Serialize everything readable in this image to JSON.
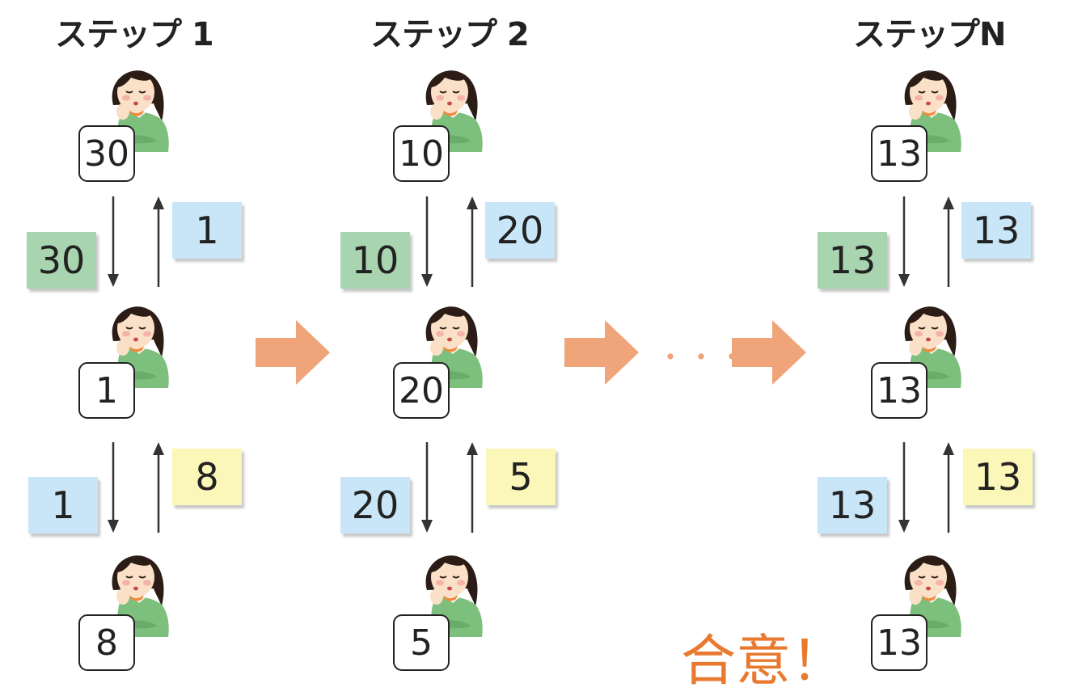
{
  "steps": [
    {
      "title": "ステップ 1",
      "people": [
        "30",
        "1",
        "8"
      ],
      "notes": [
        {
          "down": "30",
          "up": "1"
        },
        {
          "down": "1",
          "up": "8"
        }
      ]
    },
    {
      "title": "ステップ 2",
      "people": [
        "10",
        "20",
        "5"
      ],
      "notes": [
        {
          "down": "10",
          "up": "20"
        },
        {
          "down": "20",
          "up": "5"
        }
      ]
    },
    {
      "title": "ステップN",
      "people": [
        "13",
        "13",
        "13"
      ],
      "notes": [
        {
          "down": "13",
          "up": "13"
        },
        {
          "down": "13",
          "up": "13"
        }
      ]
    }
  ],
  "ellipsis": "・・・",
  "consensus": "合意！",
  "colors": {
    "note_green": "#a8d5b0",
    "note_blue": "#c8e6f7",
    "note_yellow": "#fbf7b9",
    "flow_arrow": "#f0a47a",
    "consensus_text": "#e8792f"
  }
}
